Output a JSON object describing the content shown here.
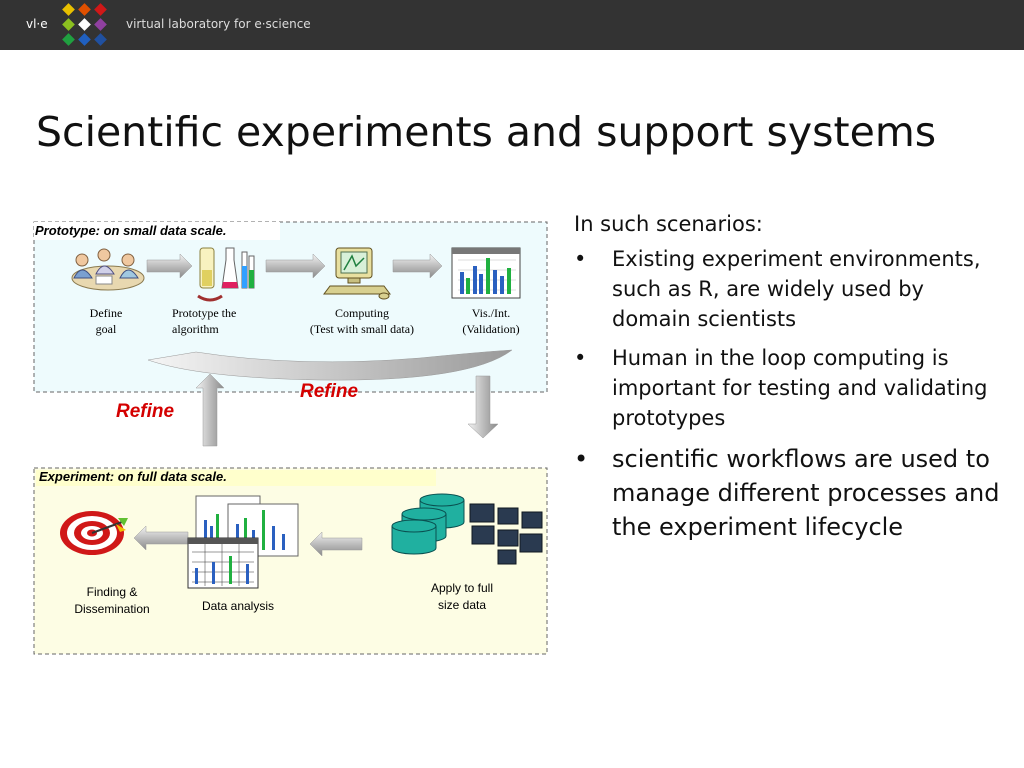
{
  "header": {
    "brand_short": "vl·e",
    "brand_long": "virtual laboratory for e·science"
  },
  "slide": {
    "title": "Scientific experiments and support systems"
  },
  "diagram": {
    "prototype_label": "Prototype: on small data scale.",
    "experiment_label": "Experiment: on full data scale.",
    "refine_label": "Refine",
    "steps": [
      {
        "label": "Define\ngoal"
      },
      {
        "label": "Prototype the\nalgorithm"
      },
      {
        "label": "Computing\n(Test with small data)"
      },
      {
        "label": "Vis./Int.\n(Validation)"
      }
    ],
    "experiment_steps": [
      {
        "label": "Finding &\nDissemination"
      },
      {
        "label": "Data analysis"
      },
      {
        "label": "Apply to full\nsize data"
      }
    ],
    "colors": {
      "prototype_bg": "#eefbfd",
      "experiment_bg": "#fdfde4",
      "refine": "#d40000",
      "header_bg": "#333333"
    }
  },
  "content": {
    "intro": "In such scenarios:",
    "bullets": [
      {
        "text": "Existing experiment environments, such as R, are widely used by domain scientists"
      },
      {
        "text": "Human in the loop computing is important for testing and validating prototypes"
      },
      {
        "text": "scientific workflows are used to manage different processes and the experiment lifecycle"
      }
    ],
    "bullet_symbol": "•"
  }
}
